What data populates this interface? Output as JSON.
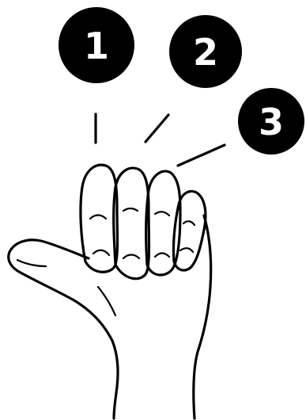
{
  "badges": [
    {
      "label": "1"
    },
    {
      "label": "2"
    },
    {
      "label": "3"
    }
  ],
  "colors": {
    "ink": "#000000",
    "badge_fill": "#000000",
    "badge_text": "#ffffff",
    "background": "#ffffff"
  }
}
